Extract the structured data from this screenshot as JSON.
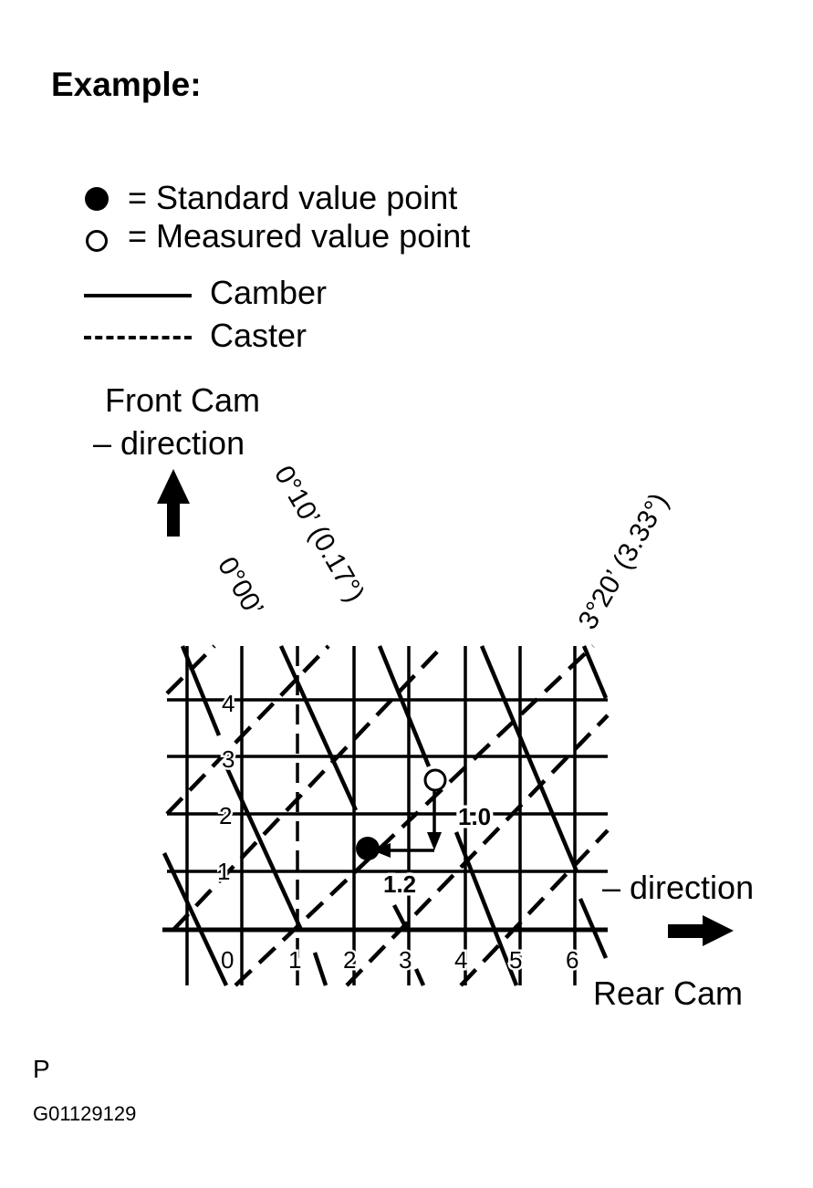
{
  "title": "Example:",
  "legend": {
    "standard": "= Standard value point",
    "measured": "= Measured value point",
    "camber": "Camber",
    "caster": "Caster"
  },
  "front_cam": {
    "line1": "Front Cam",
    "line2": "– direction"
  },
  "rear_cam": {
    "direction": "– direction",
    "label": "Rear Cam"
  },
  "angle_labels": {
    "a0": "0°00’",
    "a1": "0°10’ (0.17°)",
    "a2": "3°20’ (3.33°)"
  },
  "x_ticks": [
    "0",
    "1",
    "2",
    "3",
    "4",
    "5",
    "6"
  ],
  "y_ticks": [
    "1",
    "2",
    "3",
    "4"
  ],
  "measurements": {
    "vertical": "1.0",
    "horizontal": "1.2"
  },
  "points": {
    "standard": {
      "x": 2.3,
      "y": 1.45
    },
    "measured": {
      "x": 3.5,
      "y": 2.65
    }
  },
  "footer": {
    "letter": "P",
    "code": "G01129129"
  }
}
